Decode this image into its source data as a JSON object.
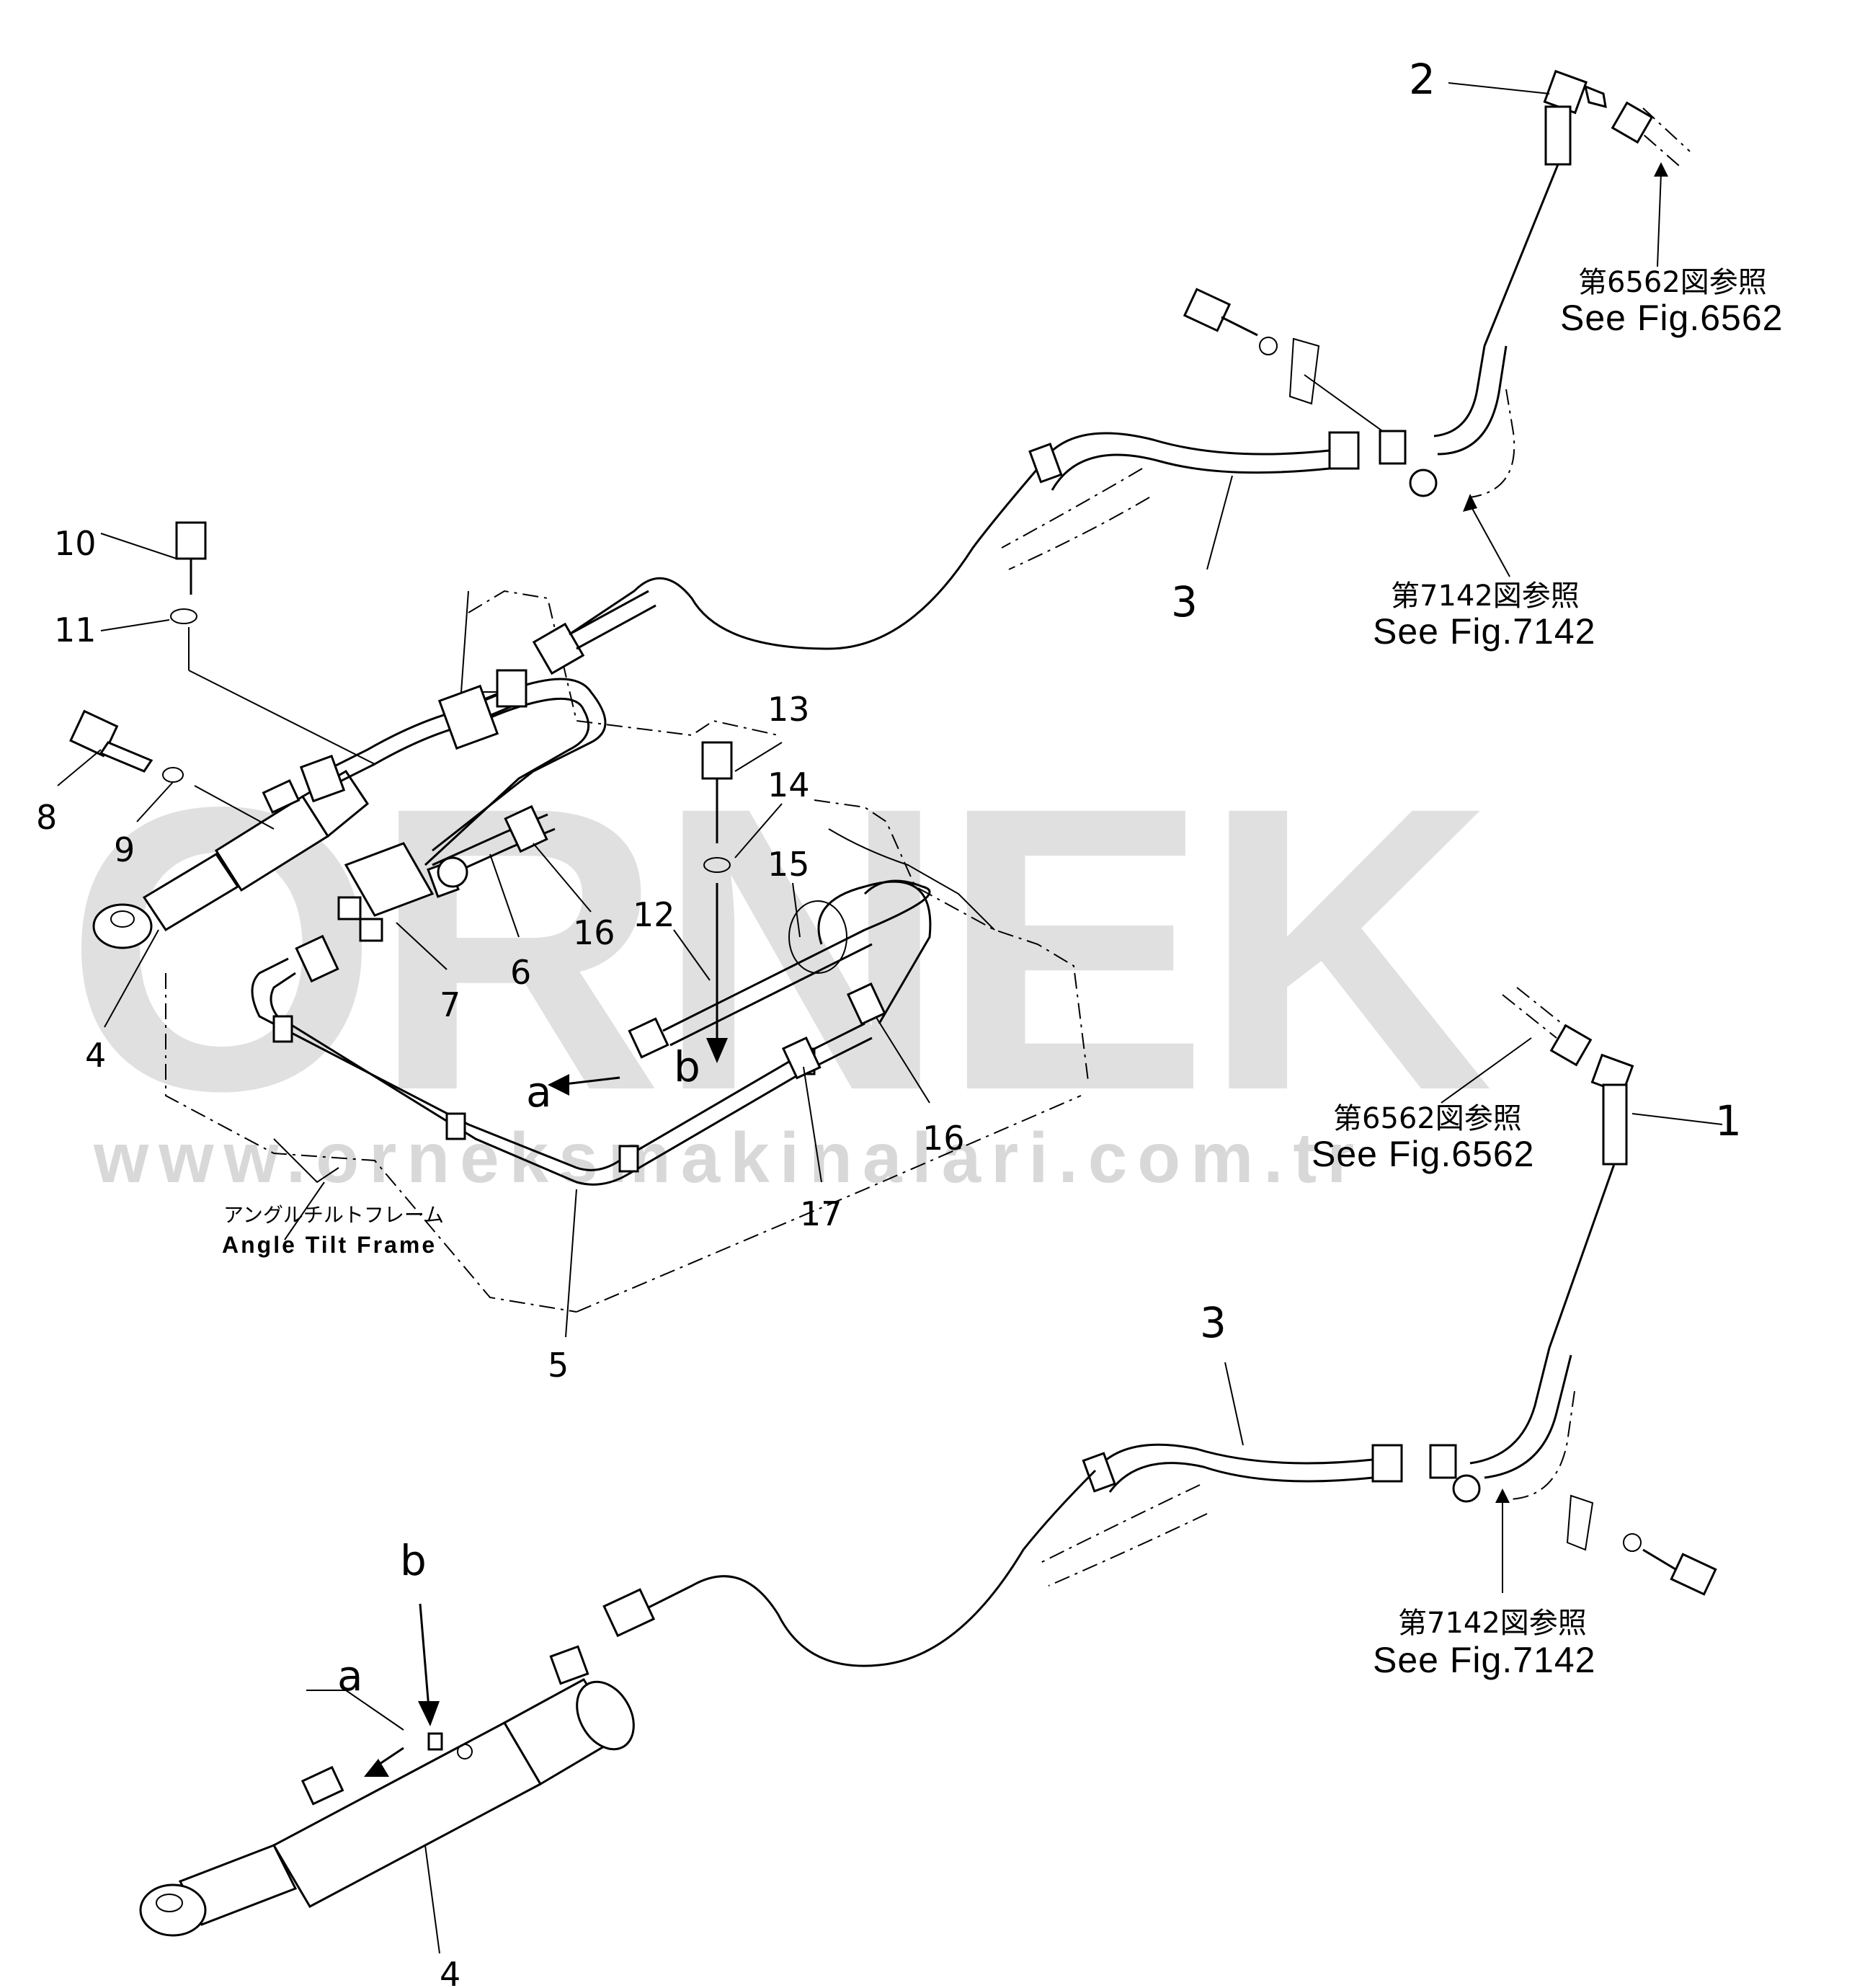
{
  "watermark": {
    "brand": "ORNEK",
    "url": "www.orneksmakinalari.com.tr"
  },
  "part_labels": {
    "p1": "1",
    "p2": "2",
    "p3_top": "3",
    "p3_bottom": "3",
    "p4_top": "4",
    "p4_bottom": "4",
    "p5": "5",
    "p6": "6",
    "p7": "7",
    "p8": "8",
    "p9": "9",
    "p10": "10",
    "p11": "11",
    "p12": "12",
    "p13": "13",
    "p14": "14",
    "p15": "15",
    "p16_a": "16",
    "p16_b": "16",
    "p17": "17"
  },
  "arrow_labels": {
    "a_top": "a",
    "b_top": "b",
    "a_bottom": "a",
    "b_bottom": "b"
  },
  "references": {
    "top_6562": {
      "jp": "第6562図参照",
      "en": "See Fig.6562"
    },
    "top_7142": {
      "jp": "第7142図参照",
      "en": "See Fig.7142"
    },
    "mid_6562": {
      "jp": "第6562図参照",
      "en": "See Fig.6562"
    },
    "bottom_7142": {
      "jp": "第7142図参照",
      "en": "See Fig.7142"
    }
  },
  "frame_label": {
    "jp": "アングルチルトフレーム",
    "en": "Angle Tilt Frame"
  }
}
